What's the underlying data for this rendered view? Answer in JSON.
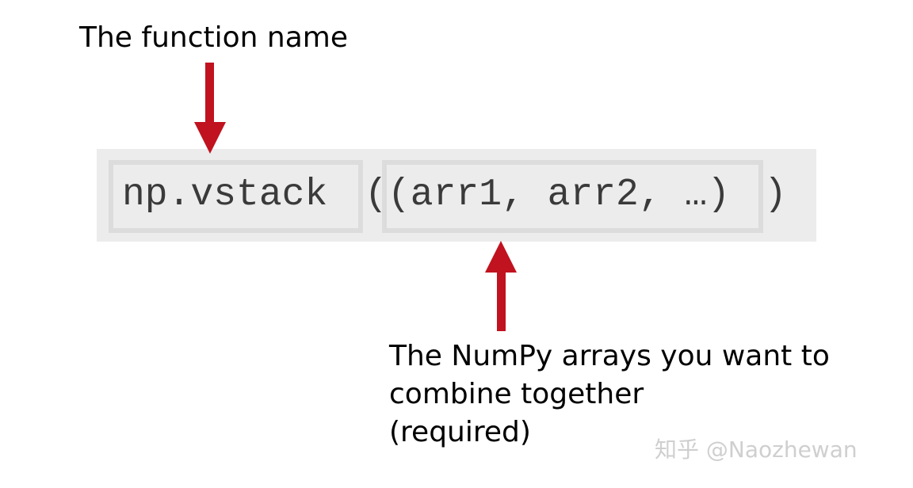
{
  "labels": {
    "function_name": "The function name",
    "arrays_line1": "The NumPy arrays you want to",
    "arrays_line2": "combine together",
    "arrays_line3": "(required)"
  },
  "code": {
    "function": "np.vstack",
    "open_paren": "(",
    "arguments": "(arr1, arr2, …)",
    "close_paren": ")"
  },
  "watermark": "知乎 @Naozhewan",
  "colors": {
    "arrow": "#c1121f",
    "panel": "#ececec",
    "box_border": "#dcdcdc",
    "code_text": "#3a3a3a",
    "label_text": "#000000"
  }
}
